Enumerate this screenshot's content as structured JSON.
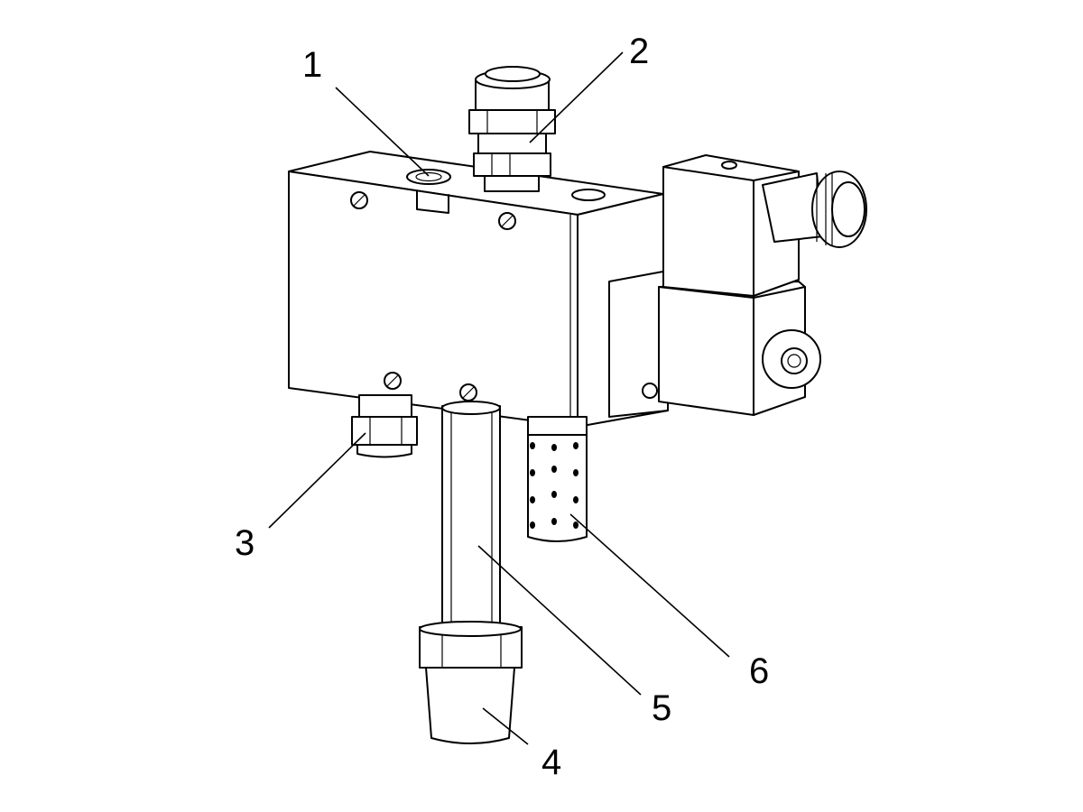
{
  "callouts": [
    {
      "id": "1",
      "label": "1"
    },
    {
      "id": "2",
      "label": "2"
    },
    {
      "id": "3",
      "label": "3"
    },
    {
      "id": "4",
      "label": "4"
    },
    {
      "id": "5",
      "label": "5"
    },
    {
      "id": "6",
      "label": "6"
    }
  ],
  "colors": {
    "line": "#000000",
    "background": "#ffffff",
    "shade": "#eeeeee"
  },
  "icons": [
    "valve-body",
    "push-in-fitting",
    "solenoid-coil",
    "connector-plug",
    "exhaust-silencer",
    "hex-nut",
    "tube",
    "threaded-adapter"
  ]
}
